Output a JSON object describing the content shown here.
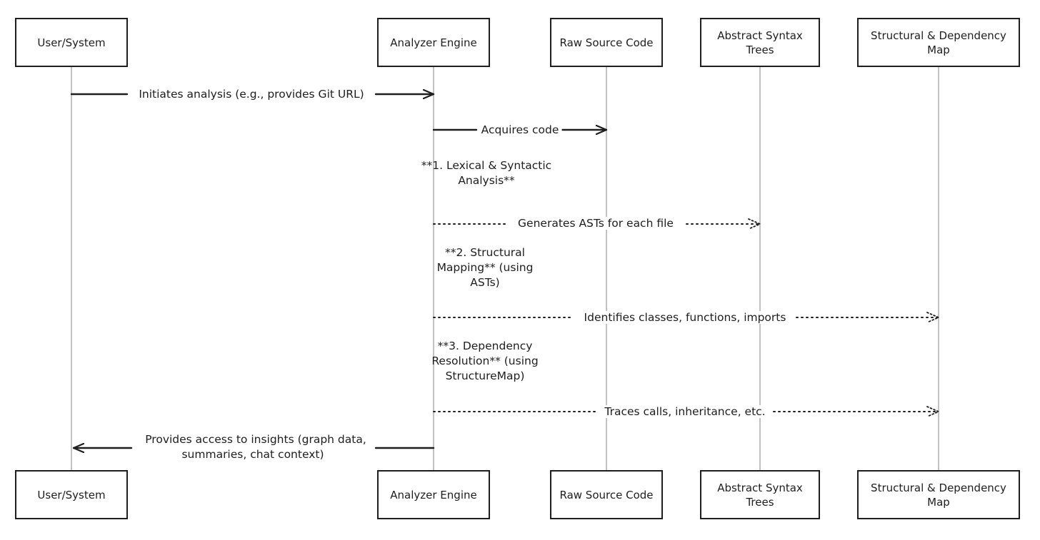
{
  "participants": [
    {
      "id": "user",
      "label": "User/System"
    },
    {
      "id": "engine",
      "label": "Analyzer Engine"
    },
    {
      "id": "src",
      "label": "Raw Source Code"
    },
    {
      "id": "ast",
      "label": "Abstract Syntax Trees"
    },
    {
      "id": "map",
      "label": "Structural & Dependency Map"
    }
  ],
  "messages": [
    {
      "from": "user",
      "to": "engine",
      "label": "Initiates analysis (e.g., provides Git URL)",
      "style": "solid"
    },
    {
      "from": "engine",
      "to": "src",
      "label": "Acquires code",
      "style": "solid"
    },
    {
      "from": "engine",
      "to": "ast",
      "label": "Generates ASTs for each file",
      "style": "dotted"
    },
    {
      "from": "engine",
      "to": "map",
      "label": "Identifies classes, functions, imports",
      "style": "dotted"
    },
    {
      "from": "engine",
      "to": "map",
      "label": "Traces calls, inheritance, etc.",
      "style": "dotted"
    },
    {
      "from": "engine",
      "to": "user",
      "label": "Provides access to insights (graph data, summaries, chat context)",
      "style": "solid"
    }
  ],
  "notes": [
    {
      "label": "**1. Lexical & Syntactic Analysis**"
    },
    {
      "label": "**2. Structural Mapping** (using ASTs)"
    },
    {
      "label": "**3. Dependency Resolution** (using StructureMap)"
    }
  ],
  "colors": {
    "ink": "#1e1e1e",
    "lifeline": "#9a9a9a",
    "background": "#ffffff"
  }
}
